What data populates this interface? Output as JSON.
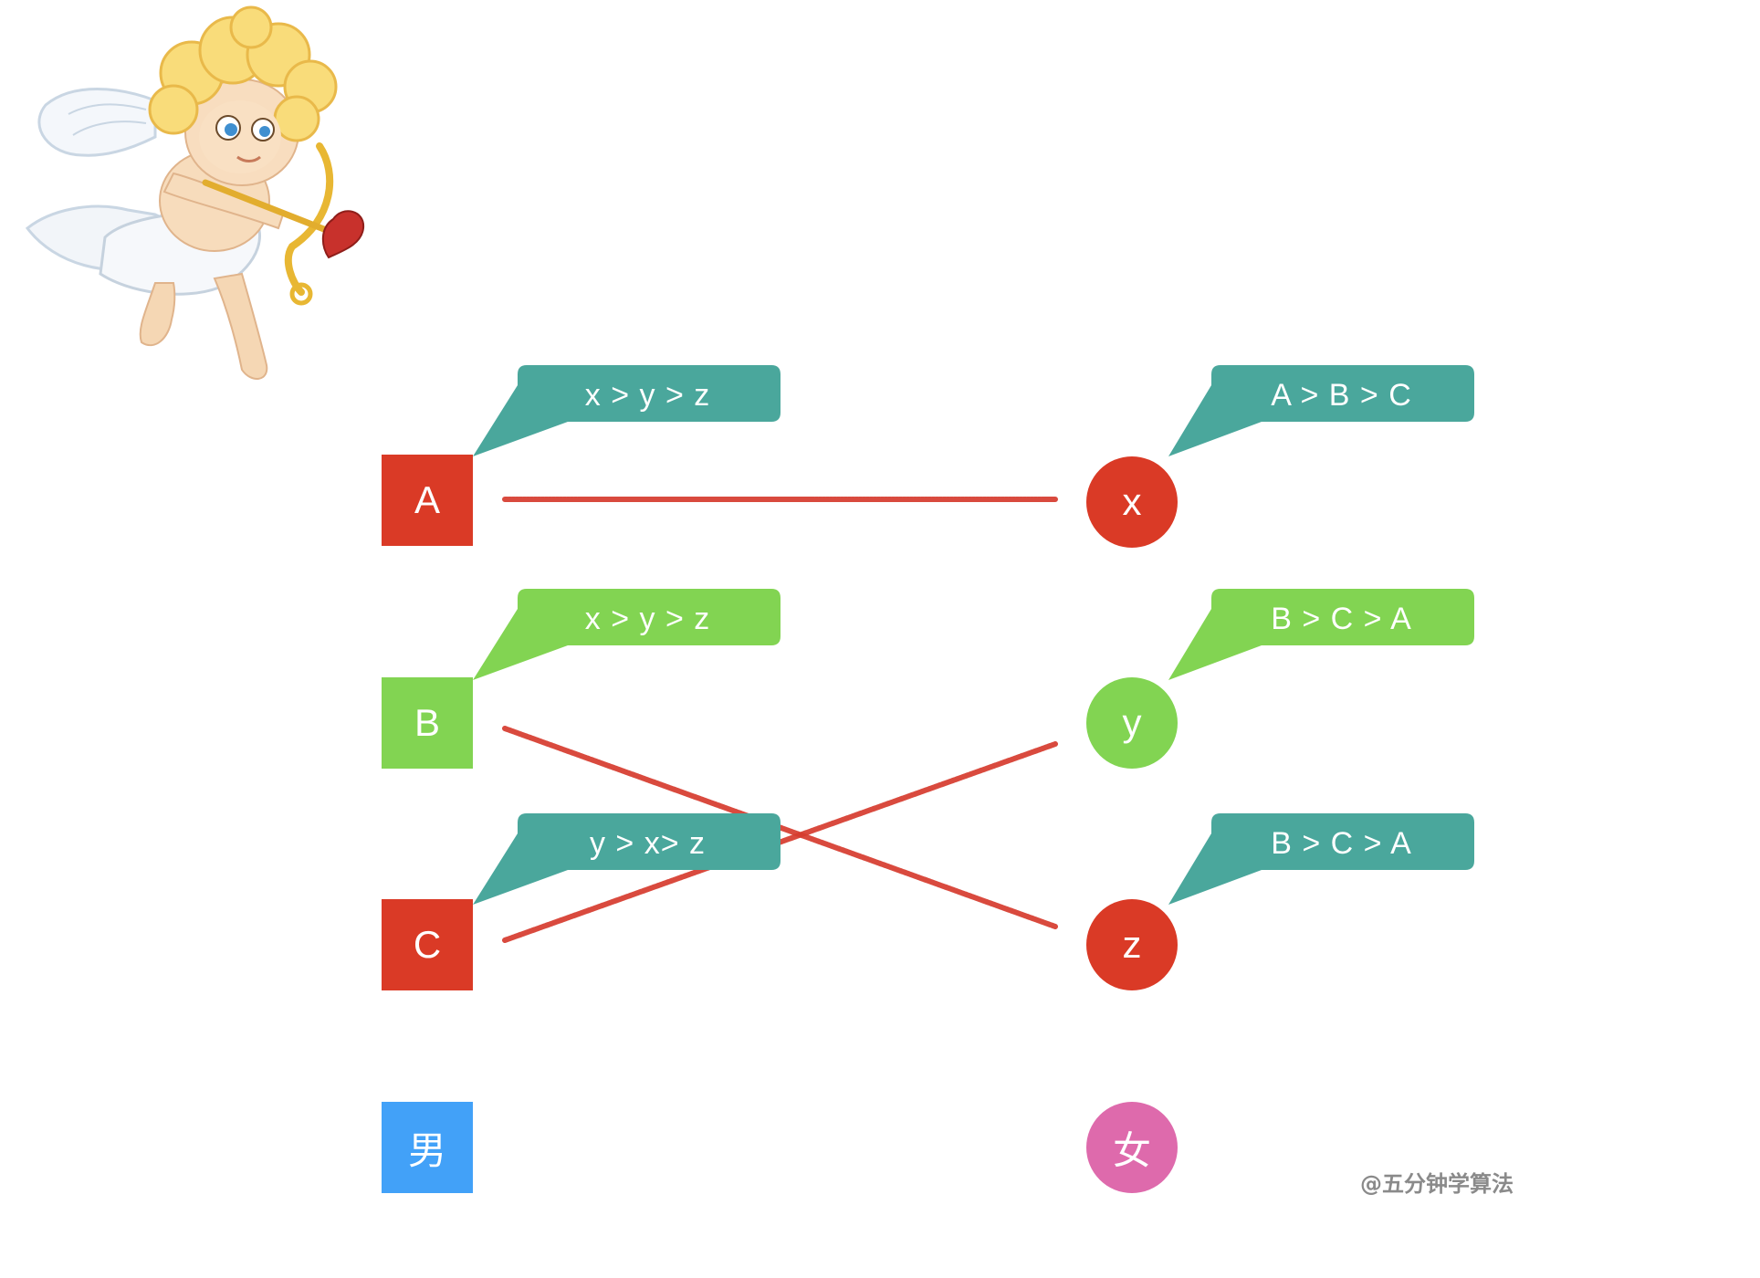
{
  "colors": {
    "red": "#DA3A26",
    "green": "#82D452",
    "teal": "#4AA79C",
    "blue": "#42A1F8",
    "pink": "#DE6AAC",
    "line": "#D63B2E"
  },
  "men": [
    {
      "label": "A",
      "color": "#DA3A26",
      "pref": "x > y > z",
      "bubble": "#4AA79C"
    },
    {
      "label": "B",
      "color": "#82D452",
      "pref": "x > y > z",
      "bubble": "#82D452"
    },
    {
      "label": "C",
      "color": "#DA3A26",
      "pref": "y > x> z",
      "bubble": "#4AA79C"
    }
  ],
  "women": [
    {
      "label": "x",
      "color": "#DA3A26",
      "pref": "A > B > C",
      "bubble": "#4AA79C"
    },
    {
      "label": "y",
      "color": "#82D452",
      "pref": "B > C > A",
      "bubble": "#82D452"
    },
    {
      "label": "z",
      "color": "#DA3A26",
      "pref": "B > C > A",
      "bubble": "#4AA79C"
    }
  ],
  "legend": {
    "male": {
      "label": "男",
      "color": "#42A1F8"
    },
    "female": {
      "label": "女",
      "color": "#DE6AAC"
    }
  },
  "matches": [
    {
      "man": "A",
      "woman": "x"
    },
    {
      "man": "B",
      "woman": "z"
    },
    {
      "man": "C",
      "woman": "y"
    }
  ],
  "credit": "@五分钟学算法",
  "illustration": "cupid-icon"
}
